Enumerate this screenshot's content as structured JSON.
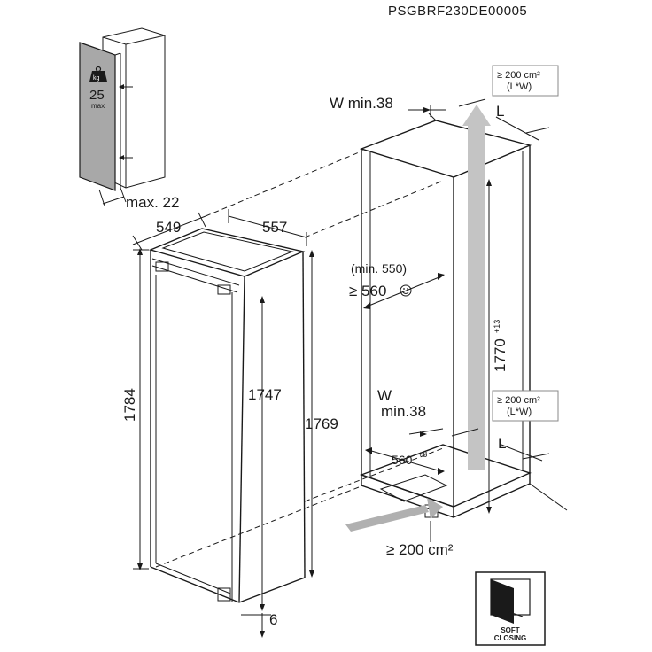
{
  "product_code": "PSGBRF230DE00005",
  "door_panel": {
    "weight_icon_label": "kg",
    "weight_value": "25",
    "weight_note": "max",
    "panel_gap": "max. 22"
  },
  "appliance_dims": {
    "depth": "549",
    "width": "557",
    "height_total": "1784",
    "height_inner": "1747",
    "height_side": "1769",
    "bottom_gap": "6"
  },
  "niche_dims": {
    "wall_min_top": "W min.38",
    "depth_min_label": "(min. 550)",
    "depth_recommended": "≥ 560",
    "height": "1770",
    "height_tol": "+13",
    "wall_min_bottom_w": "W",
    "wall_min_bottom_val": "min.38",
    "width_bottom": "560",
    "width_bottom_tol": "+8",
    "vent_top_line1": "≥ 200 cm²",
    "vent_top_line2": "(L*W)",
    "vent_bottom_line1": "≥ 200 cm²",
    "vent_bottom_line2": "(L*W)",
    "l_top": "L",
    "l_bottom": "L",
    "vent_floor": "≥ 200 cm²"
  },
  "soft_closing": {
    "line1": "SOFT",
    "line2": "CLOSING"
  }
}
